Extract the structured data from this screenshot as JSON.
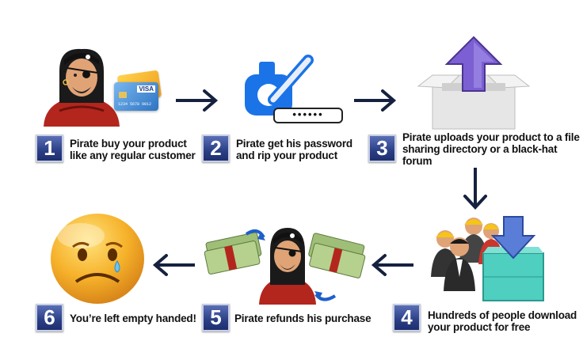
{
  "steps": [
    {
      "number": "1",
      "lines": [
        "Pirate buy your product",
        "like any regular customer"
      ]
    },
    {
      "number": "2",
      "lines": [
        "Pirate get his password",
        "and rip your product"
      ]
    },
    {
      "number": "3",
      "lines": [
        "Pirate uploads your product to a file",
        "sharing directory or a black-hat",
        "forum"
      ]
    },
    {
      "number": "4",
      "lines": [
        "Hundreds of people download",
        "your product for free"
      ]
    },
    {
      "number": "5",
      "lines": [
        "Pirate refunds his purchase"
      ]
    },
    {
      "number": "6",
      "lines": [
        "You’re left empty handed!"
      ]
    }
  ],
  "card": {
    "brand": "VISA",
    "number": "1234 5678 9012"
  },
  "password": {
    "mask": "••••••"
  },
  "colors": {
    "badge": "#2b3f86",
    "pirate_shirt": "#b3261e",
    "password_blue": "#1b73e8",
    "upload_arrow": "#6a4fc2",
    "download_box": "#4ecfc0",
    "smiley": "#f4a523"
  }
}
